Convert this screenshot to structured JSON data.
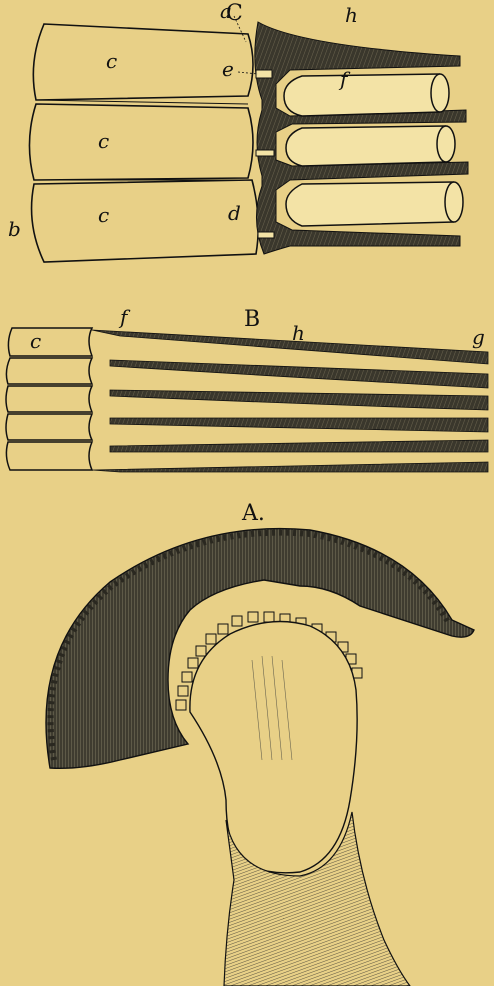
{
  "colors": {
    "background": "#e8d087",
    "ink": "#111111",
    "dark_fill": "#2a2a22",
    "light_fill": "#f3e3a6"
  },
  "figures": {
    "C": {
      "title": "C",
      "labels": {
        "a": "a",
        "b": "b",
        "c1": "c",
        "c2": "c",
        "c3": "c",
        "d": "d",
        "e": "e",
        "f": "f",
        "h": "h"
      }
    },
    "B": {
      "title": "B",
      "labels": {
        "c": "c",
        "f": "f",
        "h": "h",
        "g": "g"
      }
    },
    "A": {
      "title": "A."
    }
  }
}
